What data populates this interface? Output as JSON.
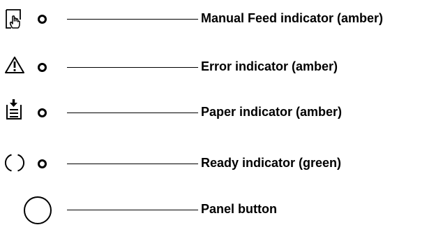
{
  "indicators": [
    {
      "icon": "manual-feed-icon",
      "label": "Manual Feed indicator (amber)"
    },
    {
      "icon": "error-warning-icon",
      "label": "Error indicator (amber)"
    },
    {
      "icon": "paper-icon",
      "label": "Paper indicator (amber)"
    },
    {
      "icon": "ready-icon",
      "label": "Ready indicator (green)"
    }
  ],
  "panel_button": {
    "icon": "panel-button-icon",
    "label": "Panel button"
  }
}
